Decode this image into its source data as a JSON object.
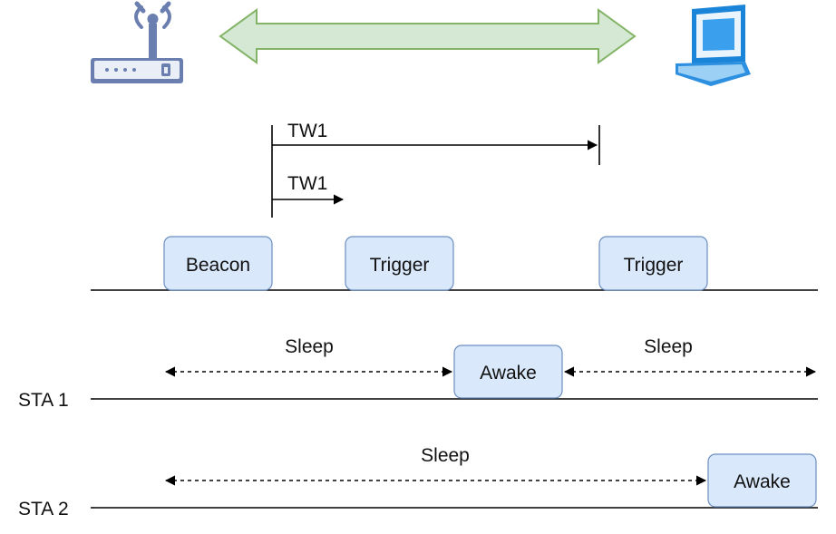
{
  "ap": {
    "box_label": "Beacon",
    "triggers": [
      "Trigger",
      "Trigger"
    ]
  },
  "target_wake": {
    "long_label": "TW1",
    "short_label": "TW1"
  },
  "sta1": {
    "row_label": "STA 1",
    "sleep_left": "Sleep",
    "awake": "Awake",
    "sleep_right": "Sleep"
  },
  "sta2": {
    "row_label": "STA 2",
    "sleep": "Sleep",
    "awake": "Awake"
  },
  "colors": {
    "arrow_fill": "#d5e8d4",
    "arrow_stroke": "#82b366",
    "box_fill": "#dae8fc",
    "box_stroke": "#6c8ebf"
  },
  "icons": {
    "left_device": "router-icon",
    "right_device": "laptop-icon"
  }
}
